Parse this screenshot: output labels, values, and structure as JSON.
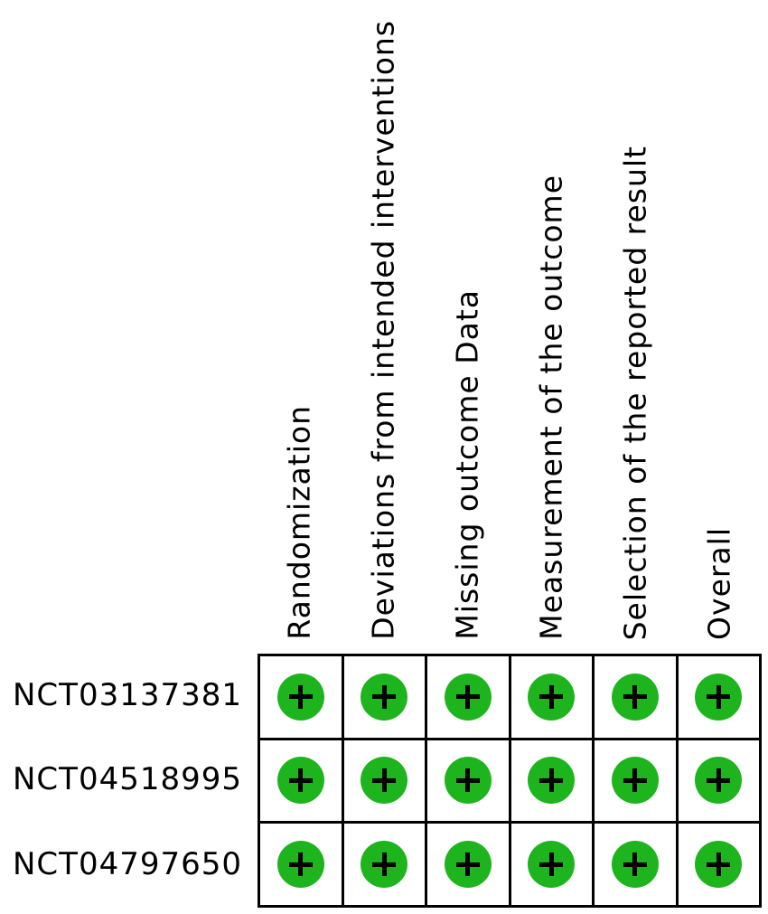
{
  "chart_data": {
    "type": "heatmap",
    "description_visible": "risk-of-bias traffic light grid, all judgements positive",
    "x_labels": [
      "Randomization",
      "Deviations from intended interventions",
      "Missing outcome Data",
      "Measurement of the outcome",
      "Selection of the reported result",
      "Overall"
    ],
    "y_labels": [
      "NCT03137381",
      "NCT04518995",
      "NCT04797650"
    ],
    "cells": [
      [
        "+",
        "+",
        "+",
        "+",
        "+",
        "+"
      ],
      [
        "+",
        "+",
        "+",
        "+",
        "+",
        "+"
      ],
      [
        "+",
        "+",
        "+",
        "+",
        "+",
        "+"
      ]
    ],
    "colors": {
      "low_risk_green": "#1eb41e",
      "symbol": "#000000",
      "grid_lines": "#000000",
      "background": "#ffffff"
    },
    "layout_hints": {
      "x_label_rotation_deg": 90,
      "grid": "on",
      "legend": "none"
    }
  }
}
